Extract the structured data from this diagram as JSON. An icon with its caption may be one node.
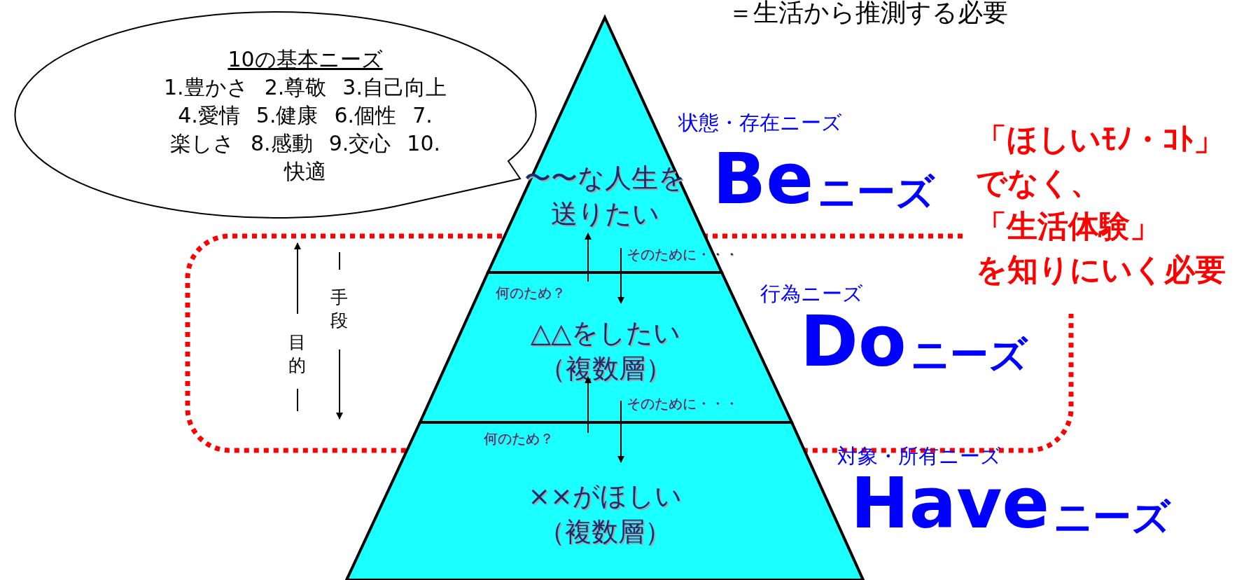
{
  "diagram": {
    "nodes": [
      {
        "text": [
          "〜〜な人生を送りたい"
        ]
      },
      {
        "text": [
          "△△をしたい（複数層）"
        ]
      },
      {
        "text": [
          "××がほしい（複数層）"
        ]
      },
      {
        "text": [
          "10の基本ニーズ",
          "1.豊かさ 2.尊敬 3.自己向上 4.愛情 5.健康 6.個性 7.楽しさ 8.感動 9.交心 10.快適"
        ]
      }
    ],
    "edges": [
      {
        "from": 1,
        "to": 0,
        "arrow": "to",
        "label": "何のため？"
      },
      {
        "from": 0,
        "to": 1,
        "arrow": "to",
        "label": "そのために・・・"
      },
      {
        "from": 2,
        "to": 1,
        "arrow": "to",
        "label": "何のため？"
      },
      {
        "from": 1,
        "to": 2,
        "arrow": "to",
        "label": "そのために・・・"
      }
    ],
    "labels": [
      "＝生活から推測する必要",
      "状態・存在ニーズ",
      "Be",
      "ニーズ",
      "「ほしいﾓﾉ・ｺﾄ」でなく、「生活体験」を知りにいく必要",
      "手段",
      "目的",
      "行為ニーズ",
      "Do",
      "ニーズ",
      "対象・所有ニーズ",
      "Have",
      "ニーズ"
    ]
  }
}
